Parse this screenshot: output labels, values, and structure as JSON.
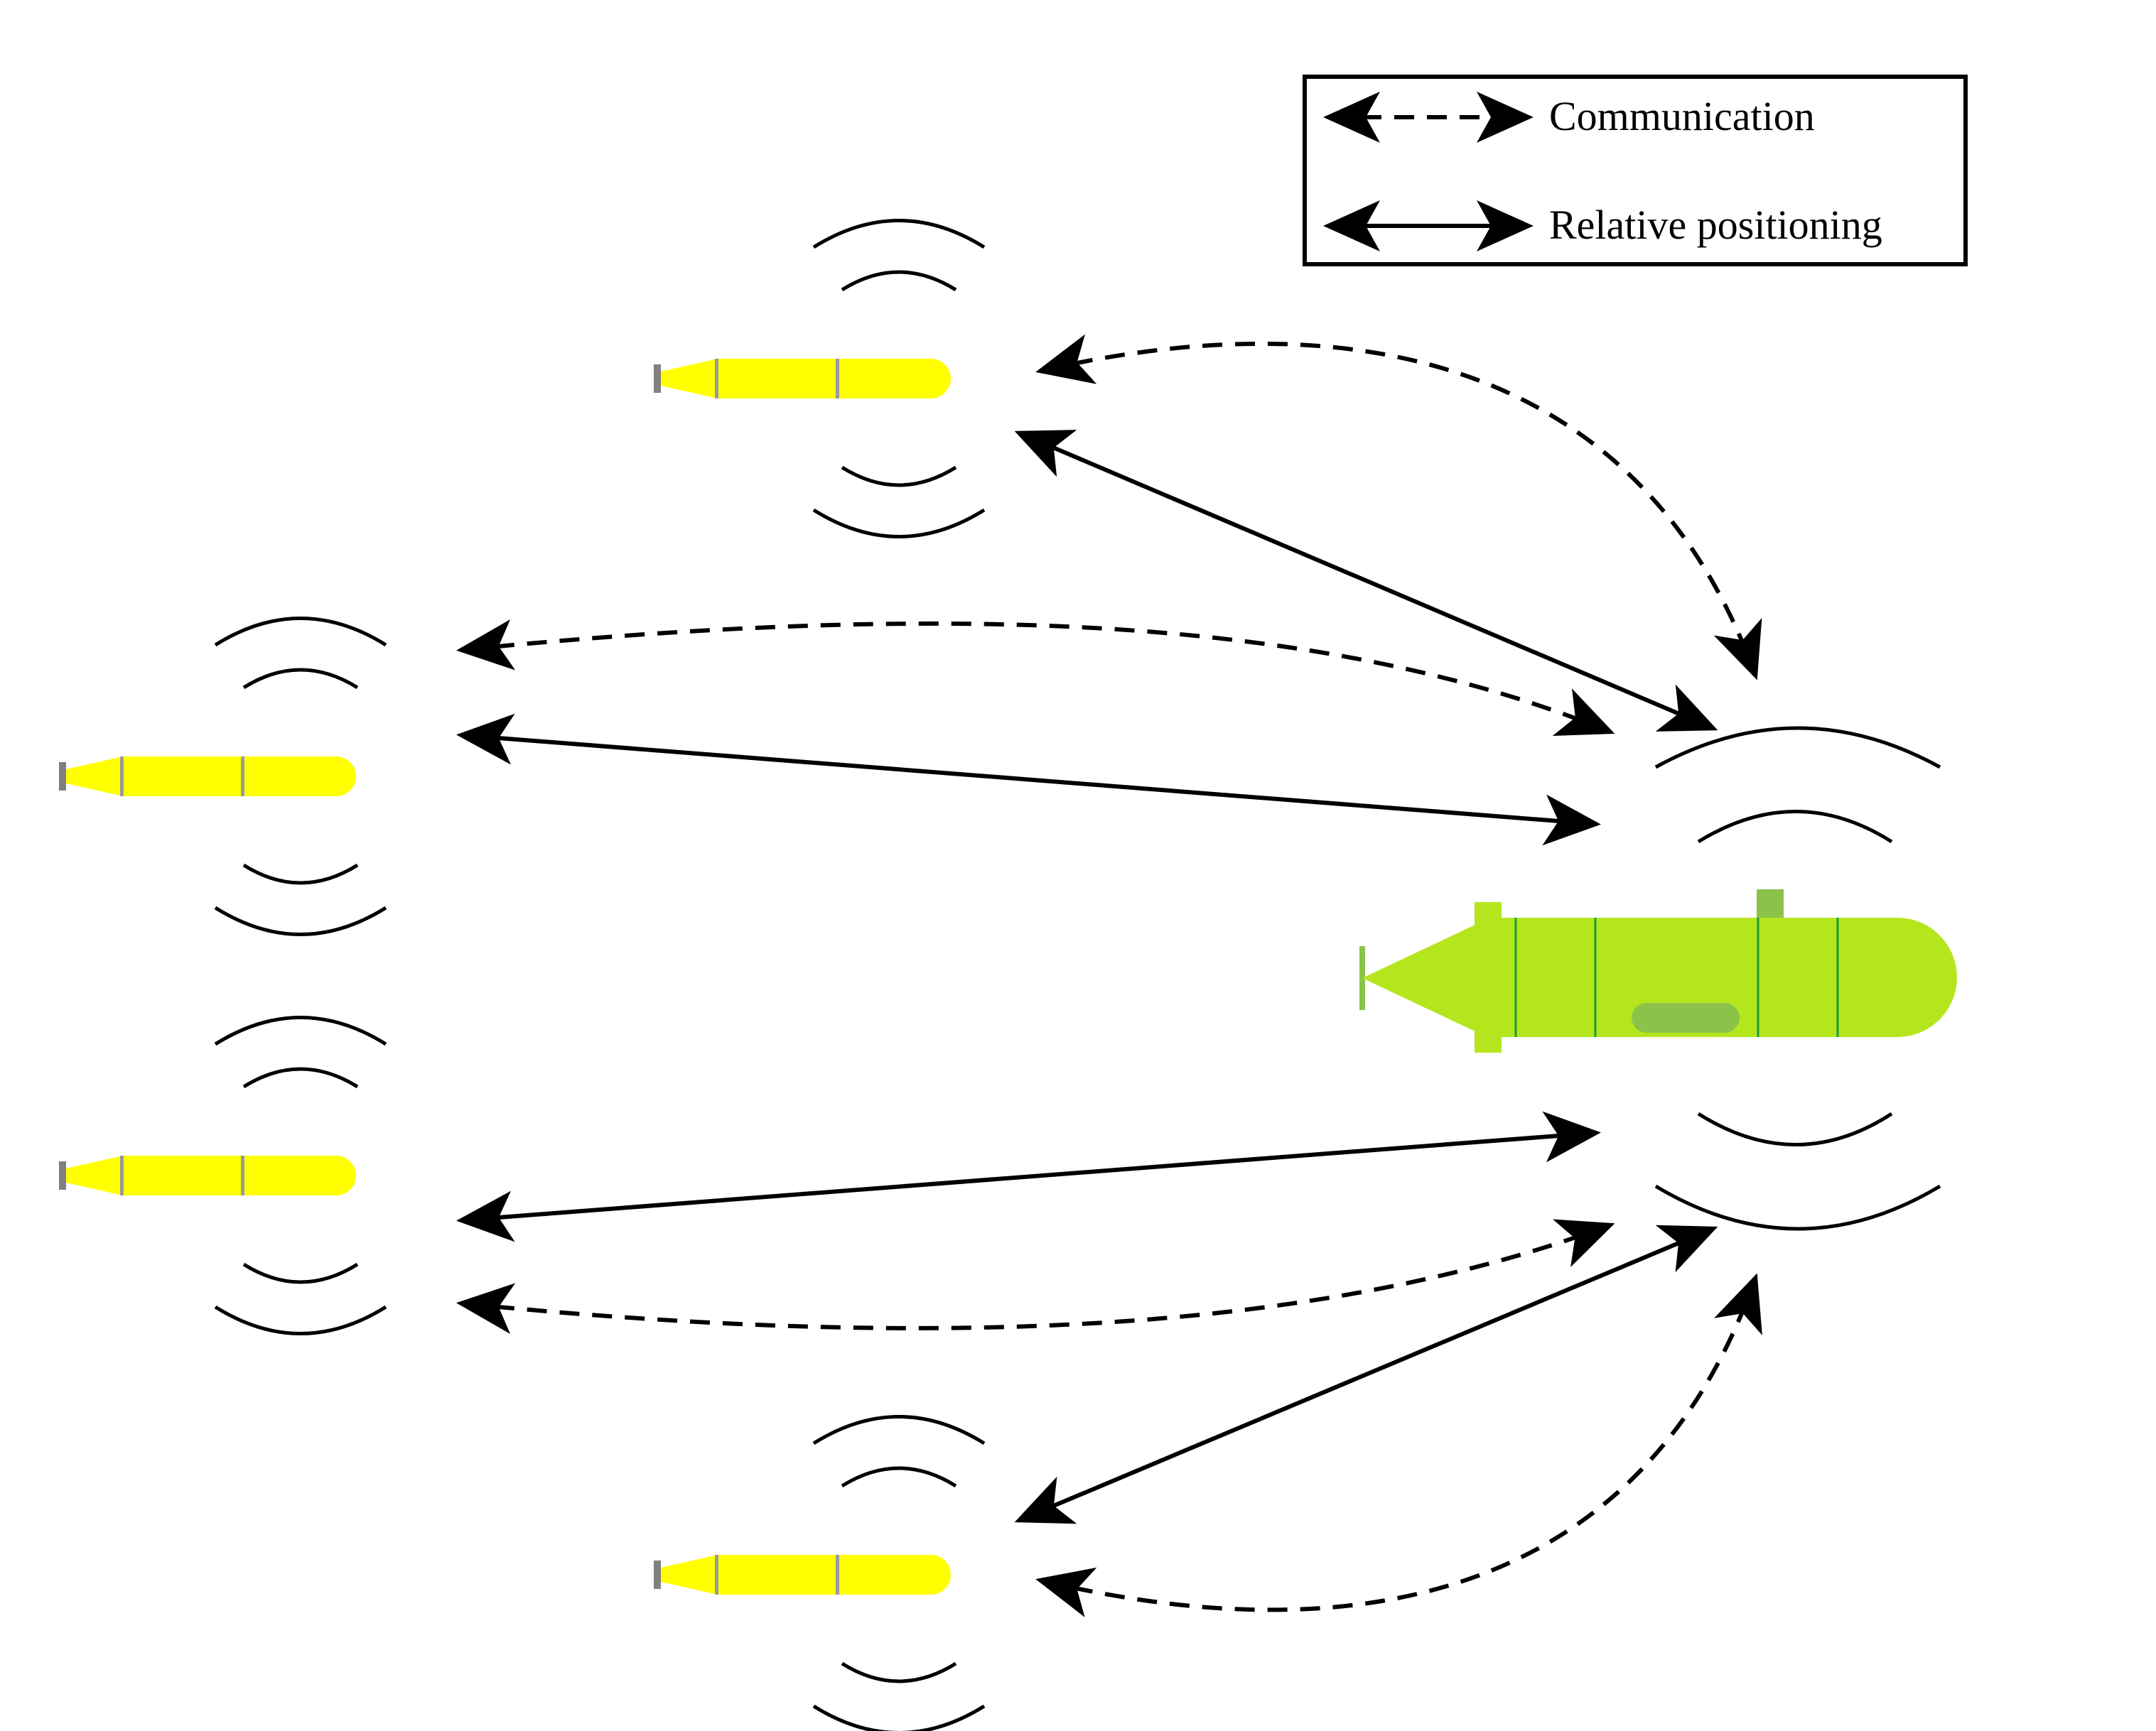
{
  "legend": {
    "communication_label": "Communication",
    "relative_positioning_label": "Relative positioning"
  },
  "colors": {
    "small_vehicle_body": "#ffff00",
    "small_vehicle_band": "#9a9a9a",
    "small_vehicle_prop": "#808080",
    "leader_vehicle_body": "#b5e61d",
    "leader_vehicle_fins": "#8bc34a",
    "leader_vehicle_lines": "#1a9a3a",
    "link_color": "#000000"
  },
  "nodes": [
    {
      "name": "follower-auv-top",
      "icon": "yellow-auv-icon"
    },
    {
      "name": "follower-auv-upper-left",
      "icon": "yellow-auv-icon"
    },
    {
      "name": "follower-auv-lower-left",
      "icon": "yellow-auv-icon"
    },
    {
      "name": "follower-auv-bottom",
      "icon": "yellow-auv-icon"
    },
    {
      "name": "leader-auv",
      "icon": "green-auv-icon"
    }
  ],
  "links": [
    {
      "from": "follower-auv-top",
      "to": "leader-auv",
      "type": "communication"
    },
    {
      "from": "follower-auv-top",
      "to": "leader-auv",
      "type": "relative positioning"
    },
    {
      "from": "follower-auv-upper-left",
      "to": "leader-auv",
      "type": "communication"
    },
    {
      "from": "follower-auv-upper-left",
      "to": "leader-auv",
      "type": "relative positioning"
    },
    {
      "from": "follower-auv-lower-left",
      "to": "leader-auv",
      "type": "relative positioning"
    },
    {
      "from": "follower-auv-lower-left",
      "to": "leader-auv",
      "type": "communication"
    },
    {
      "from": "follower-auv-bottom",
      "to": "leader-auv",
      "type": "relative positioning"
    },
    {
      "from": "follower-auv-bottom",
      "to": "leader-auv",
      "type": "communication"
    }
  ]
}
